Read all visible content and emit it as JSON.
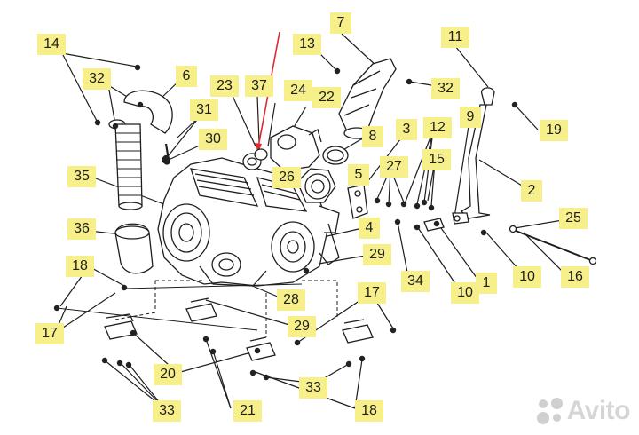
{
  "callouts": {
    "c14": "14",
    "c32a": "32",
    "c6": "6",
    "c23": "23",
    "c37": "37",
    "c24": "24",
    "c22": "22",
    "c13": "13",
    "c7": "7",
    "c32b": "32",
    "c11": "11",
    "c31": "31",
    "c30": "30",
    "c9": "9",
    "c19": "19",
    "c8": "8",
    "c3": "3",
    "c12": "12",
    "c26": "26",
    "c27": "27",
    "c15": "15",
    "c35": "35",
    "c5": "5",
    "c2": "2",
    "c36": "36",
    "c4": "4",
    "c25": "25",
    "c29a": "29",
    "c18a": "18",
    "c34": "34",
    "c10a": "10",
    "c1": "1",
    "c10b": "10",
    "c16": "16",
    "c28": "28",
    "c17a": "17",
    "c17b": "17",
    "c29b": "29",
    "c20": "20",
    "c33a": "33",
    "c33b": "33",
    "c21": "21",
    "c18b": "18"
  },
  "watermark": {
    "text": "Avito"
  },
  "colors": {
    "callout_bg": "#f6ef8a",
    "line": "#1e1e1e",
    "accent_arrow": "#e0282d"
  }
}
